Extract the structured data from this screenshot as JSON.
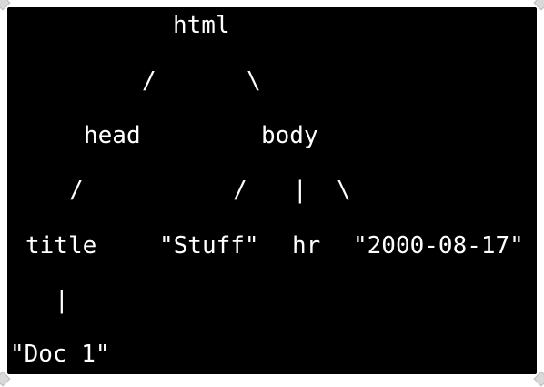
{
  "tree": {
    "root": "html",
    "left_child": "head",
    "right_child": "body",
    "head_children": [
      "title"
    ],
    "body_children": [
      "\"Stuff\"",
      "hr",
      "\"2000-08-17\""
    ],
    "title_child": "\"Doc 1\""
  },
  "connectors": {
    "html_head": "/",
    "html_body": "\\",
    "head_title": "/",
    "body_stuff": "/",
    "body_hr": "|",
    "body_date": "\\",
    "title_doc": "|"
  },
  "colors": {
    "background": "#000000",
    "text": "#ffffff",
    "frame": "#ffffff"
  }
}
